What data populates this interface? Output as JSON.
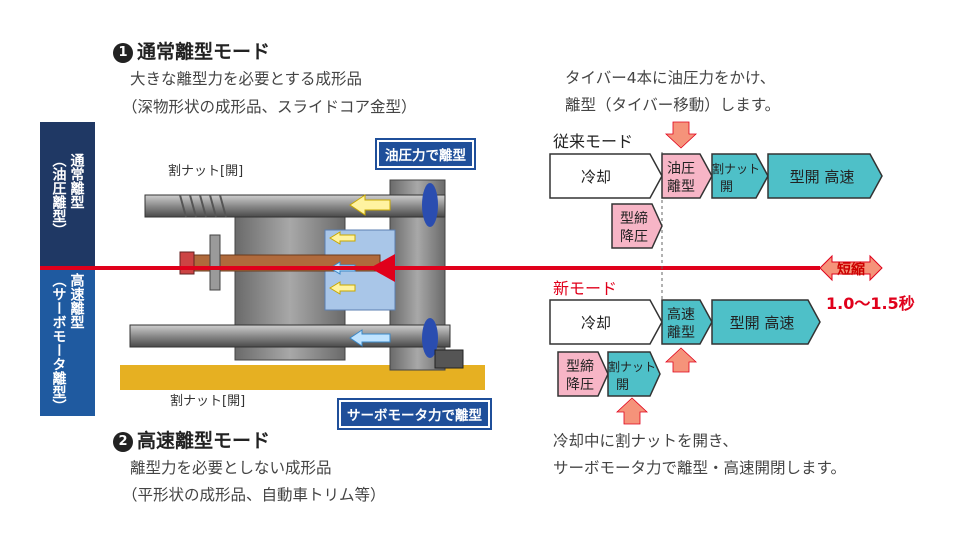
{
  "mode1": {
    "number": "1",
    "title": "通常離型モード",
    "line1": "大きな離型力を必要とする成形品",
    "line2": "（深物形状の成形品、スライドコア金型）"
  },
  "mode2": {
    "number": "2",
    "title": "高速離型モード",
    "line1": "離型力を必要としない成形品",
    "line2": "（平形状の成形品、自動車トリム等）"
  },
  "side": {
    "top": "通常離型\n（油圧離型）",
    "bottom": "高速離型\n（サーボモータ離型）"
  },
  "machine": {
    "nut_open_top": "割ナット[開]",
    "nut_open_bottom": "割ナット[開]",
    "callout_top": "油圧力で離型",
    "callout_bottom": "サーボモータ力で離型"
  },
  "right": {
    "note_top_1": "タイバー4本に油圧力をかけ、",
    "note_top_2": "離型（タイバー移動）します。",
    "conventional_label": "従来モード",
    "new_label": "新モード",
    "note_bottom_1": "冷却中に割ナットを開き、",
    "note_bottom_2": "サーボモータ力で離型・高速開閉します。",
    "result_label": "短縮",
    "result_value": "1.0〜1.5秒"
  },
  "flow_conventional": {
    "cool": "冷却",
    "step2": [
      "油圧",
      "離型"
    ],
    "step3": [
      "割ナット",
      "開"
    ],
    "step4": "型開 高速",
    "below": [
      "型締",
      "降圧"
    ]
  },
  "flow_new": {
    "cool": "冷却",
    "step2": [
      "高速",
      "離型"
    ],
    "step3": "型開 高速",
    "below1": [
      "型締",
      "降圧"
    ],
    "below2": [
      "割ナット",
      "開"
    ]
  },
  "colors": {
    "navy": "#1f3864",
    "blue": "#1f5aa0",
    "red": "#e0001b",
    "pink": "#f7b5c6",
    "teal": "#4ec0c8",
    "orange_arrow": "#f5937a"
  }
}
